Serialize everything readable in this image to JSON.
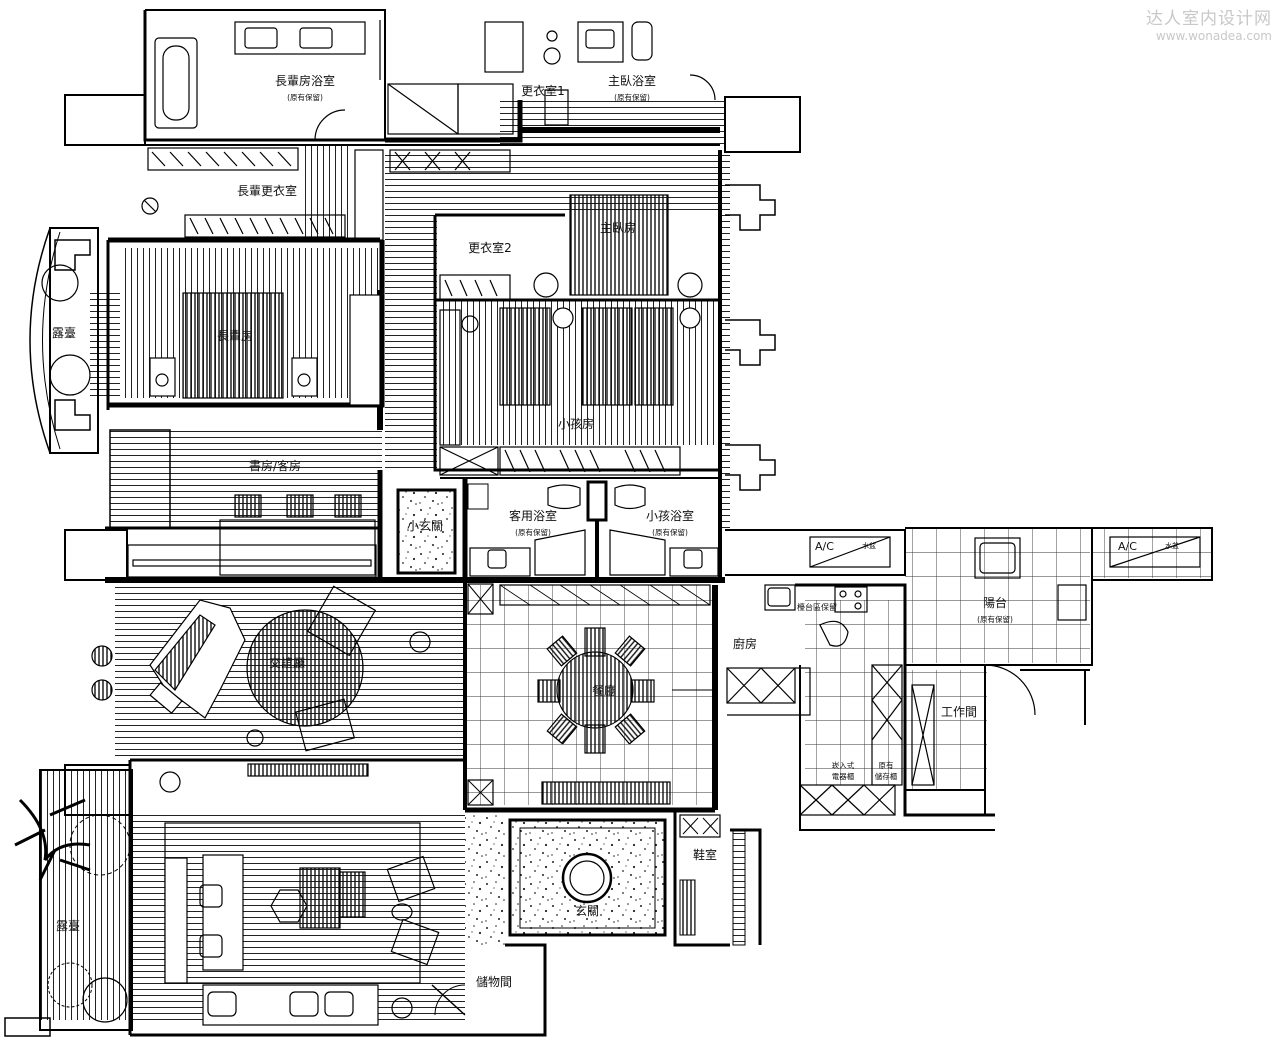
{
  "watermark": {
    "cn": "达人室内设计网",
    "url": "www.wonadea.com"
  },
  "rooms": [
    {
      "id": "elder-bath",
      "label": "長輩房浴室",
      "note": "(原有保留)"
    },
    {
      "id": "closet-1",
      "label": "更衣室1"
    },
    {
      "id": "master-bath",
      "label": "主臥浴室",
      "note": "(原有保留)"
    },
    {
      "id": "elder-closet",
      "label": "長輩更衣室"
    },
    {
      "id": "master-bed",
      "label": "主臥房"
    },
    {
      "id": "closet-2",
      "label": "更衣室2"
    },
    {
      "id": "terrace-top",
      "label": "露臺"
    },
    {
      "id": "elder-room",
      "label": "長輩房"
    },
    {
      "id": "kids-room",
      "label": "小孩房"
    },
    {
      "id": "study",
      "label": "書房/客房"
    },
    {
      "id": "small-foyer",
      "label": "小玄關"
    },
    {
      "id": "guest-bath",
      "label": "客用浴室",
      "note": "(原有保留)"
    },
    {
      "id": "kids-bath",
      "label": "小孩浴室",
      "note": "(原有保留)"
    },
    {
      "id": "ac-1",
      "label": "A/C",
      "sub": "水盆"
    },
    {
      "id": "ac-2",
      "label": "A/C",
      "sub": "水盆"
    },
    {
      "id": "balcony",
      "label": "陽台",
      "note": "(原有保留)"
    },
    {
      "id": "counter-note",
      "label": "檯台區保留"
    },
    {
      "id": "kitchen",
      "label": "廚房"
    },
    {
      "id": "living-room",
      "label": "交誼廳"
    },
    {
      "id": "dining",
      "label": "餐廳"
    },
    {
      "id": "workroom",
      "label": "工作間"
    },
    {
      "id": "fridge-note",
      "label": "崁入式",
      "note": "電器櫃"
    },
    {
      "id": "storage-note",
      "label": "原有",
      "note": "儲存櫃"
    },
    {
      "id": "shoe-room",
      "label": "鞋室"
    },
    {
      "id": "terrace-bottom",
      "label": "露臺"
    },
    {
      "id": "entrance",
      "label": "玄關"
    },
    {
      "id": "storeroom",
      "label": "儲物間"
    }
  ]
}
